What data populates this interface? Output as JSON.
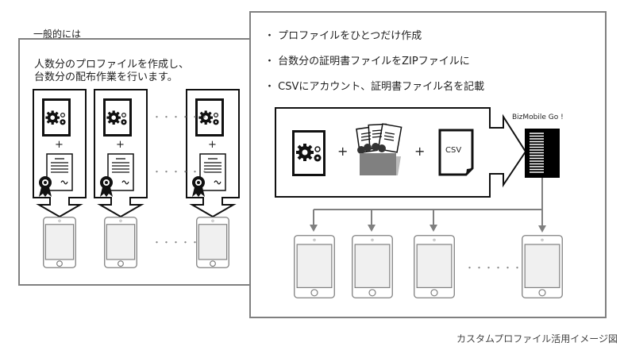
{
  "left_panel": {
    "heading": "一般的には",
    "description_line1": "人数分のプロファイルを作成し、",
    "description_line2": "台数分の配布作業を行います。",
    "plus": "+",
    "ellipsis": "・・・・・・"
  },
  "right_panel": {
    "bullets": [
      "・ プロファイルをひとつだけ作成",
      "・ 台数分の証明書ファイルをZIPファイルに",
      "・ CSVにアカウント、証明書ファイル名を記載"
    ],
    "plus": "+",
    "csv_label": "CSV",
    "server_label": "BizMobile Go !",
    "ellipsis": "・・・・・・・・・・"
  },
  "caption": "カスタムプロファイル活用イメージ図",
  "colors": {
    "frame": "#808080",
    "dark": "#111111",
    "screen": "#f0f0f0",
    "folder": "#808080"
  }
}
